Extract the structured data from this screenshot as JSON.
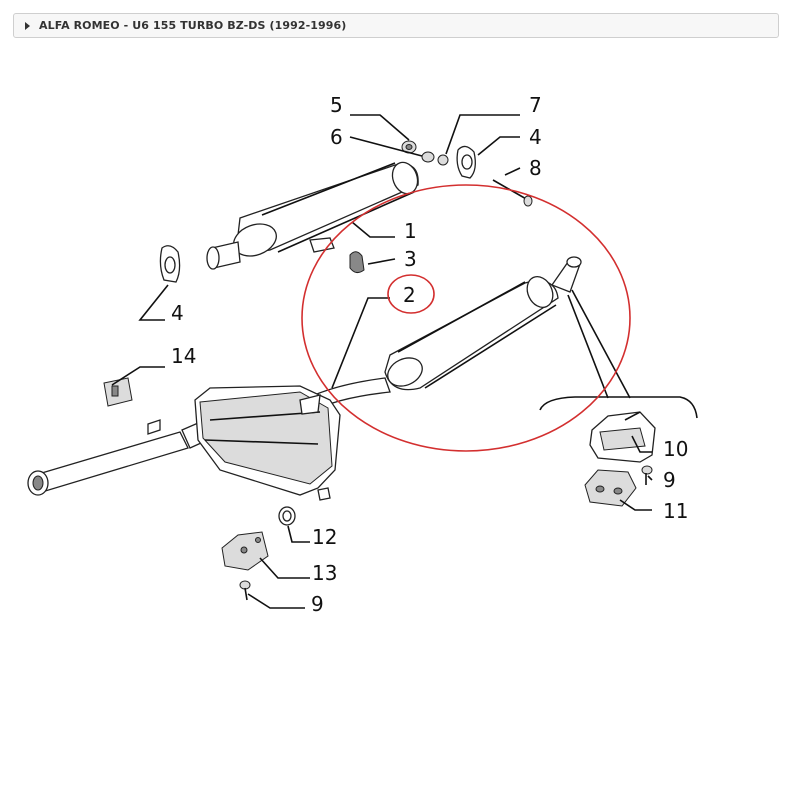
{
  "header": {
    "title": "ALFA ROMEO - U6 155 TURBO BZ-DS (1992-1996)"
  },
  "diagram": {
    "highlight_color": "#d32f2f",
    "labels": {
      "p5": "5",
      "p6": "6",
      "p7": "7",
      "p4a": "4",
      "p8": "8",
      "p1": "1",
      "p3": "3",
      "p2": "2",
      "p4b": "4",
      "p14": "14",
      "p10": "10",
      "p9a": "9",
      "p11": "11",
      "p12": "12",
      "p13": "13",
      "p9b": "9"
    }
  }
}
